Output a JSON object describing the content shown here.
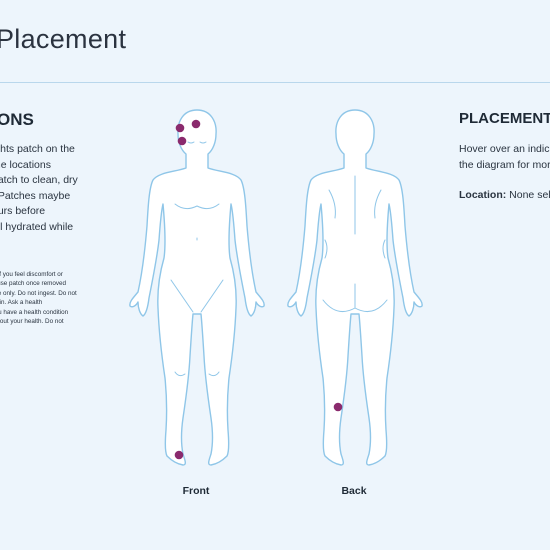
{
  "page": {
    "title": "Placement"
  },
  "instructions": {
    "heading": "ONS",
    "lines": [
      "ights patch on the",
      " the locations",
      " patch to clean, dry",
      ". Patches maybe",
      "ours before",
      "ell hydrated while"
    ],
    "warning_lines": [
      "ply if you feel discomfort or",
      "t reuse patch once removed",
      "l use only. Do not ingest. Do not",
      "d skin. Ask a health",
      "f you have a health condition",
      "s about your health. Do not"
    ]
  },
  "placement": {
    "heading": "PLACEMENT",
    "lines": [
      "Hover over an indicator on",
      "the diagram for more info."
    ],
    "location_label": "Location:",
    "location_value": "None selected"
  },
  "figures": {
    "front_label": "Front",
    "back_label": "Back"
  },
  "colors": {
    "background": "#edf5fc",
    "outline": "#8fc6e8",
    "indicator": "#8a2a6d"
  }
}
